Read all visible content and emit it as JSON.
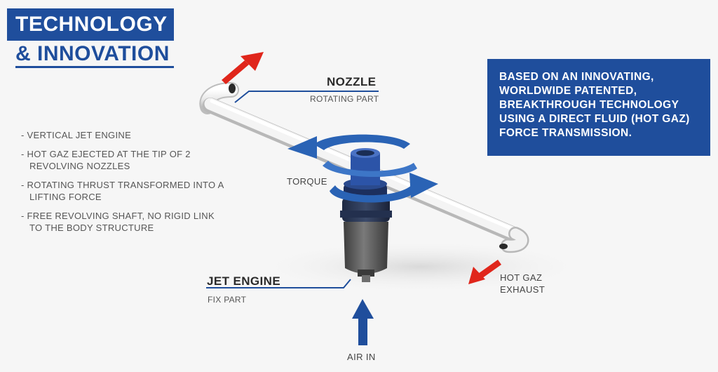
{
  "title": {
    "line1": "TECHNOLOGY",
    "line2": "& INNOVATION"
  },
  "features": [
    "VERTICAL JET ENGINE",
    "HOT GAZ EJECTED AT THE TIP OF 2 REVOLVING NOZZLES",
    "ROTATING THRUST TRANSFORMED INTO A LIFTING FORCE",
    "FREE REVOLVING SHAFT, NO RIGID LINK TO THE BODY STRUCTURE"
  ],
  "info_box": "BASED ON AN  INNOVATING, WORLDWIDE PATENTED, BREAKTHROUGH  TECHNOLOGY USING A DIRECT FLUID (HOT GAZ) FORCE TRANSMISSION.",
  "labels": {
    "nozzle": "NOZZLE",
    "nozzle_sub": "ROTATING PART",
    "torque": "TORQUE",
    "jet_engine": "JET ENGINE",
    "jet_engine_sub": "FIX PART",
    "hot_gaz_exhaust_line1": "HOT GAZ",
    "hot_gaz_exhaust_line2": "EXHAUST",
    "air_in": "AIR IN"
  },
  "colors": {
    "brand_blue": "#1f4e9c",
    "arrow_red": "#e0261b",
    "torque_blue": "#2a63b5",
    "pipe_white": "#eeeeee",
    "engine_gray": "#5a5a5a"
  }
}
